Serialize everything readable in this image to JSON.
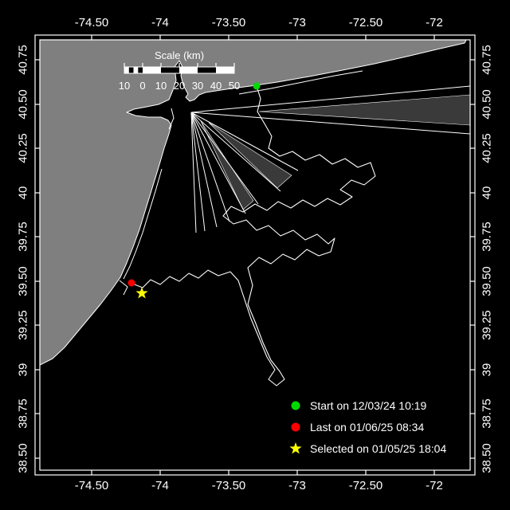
{
  "colors": {
    "background": "#000000",
    "foreground": "#ffffff",
    "land": "#7f7f7f",
    "water": "#000000",
    "lane_fill": "#3a3a3a",
    "track": "#ffffff"
  },
  "axes": {
    "lon_labels": [
      "-74.50",
      "-74",
      "-73.50",
      "-73",
      "-72.50",
      "-72"
    ],
    "lat_labels": [
      "40.75",
      "40.50",
      "40.25",
      "40",
      "39.75",
      "39.50",
      "39.25",
      "39",
      "38.75",
      "38.50"
    ]
  },
  "scalebar": {
    "title": "Scale (km)",
    "ticks": [
      "10",
      "0",
      "10",
      "20",
      "30",
      "40",
      "50"
    ]
  },
  "legend": {
    "items": [
      {
        "marker": "circle",
        "color": "#00d900",
        "label": "Start on 12/03/24 10:19"
      },
      {
        "marker": "circle",
        "color": "#ff0000",
        "label": "Last on 01/06/25 08:34"
      },
      {
        "marker": "star",
        "color": "#ffff00",
        "label": "Selected on 01/05/25 18:04"
      }
    ]
  }
}
